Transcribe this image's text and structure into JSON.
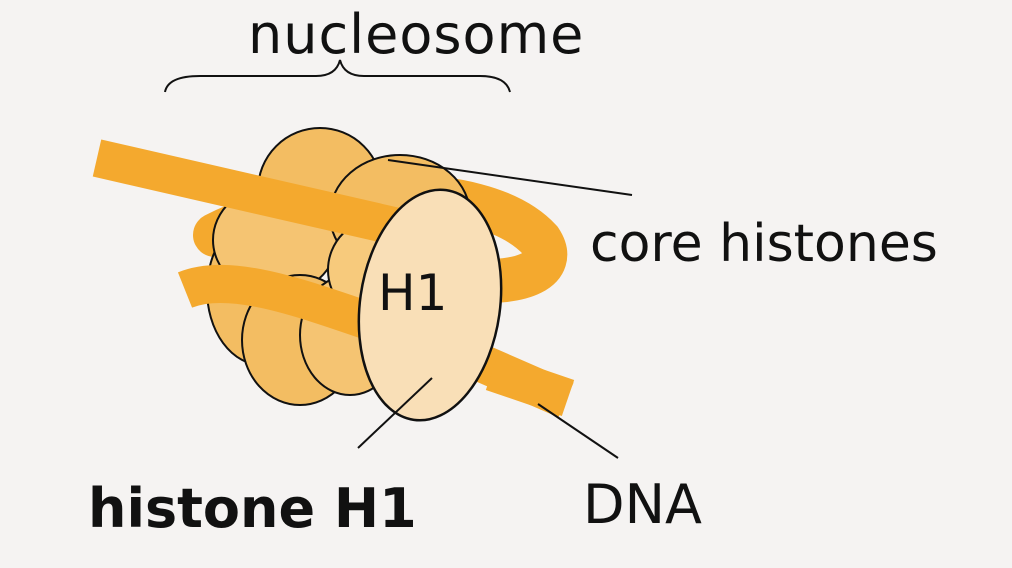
{
  "labels": {
    "nucleosome": "nucleosome",
    "core_histones": "core histones",
    "h1_short": "H1",
    "histone_h1": "histone H1",
    "dna": "DNA"
  },
  "colors": {
    "background": "#f5f3f2",
    "dna": "#f4a92e",
    "core_histone": "#f3bd62",
    "core_histone_light": "#f7ca7c",
    "h1": "#f9dfb7",
    "outline": "#111111"
  }
}
